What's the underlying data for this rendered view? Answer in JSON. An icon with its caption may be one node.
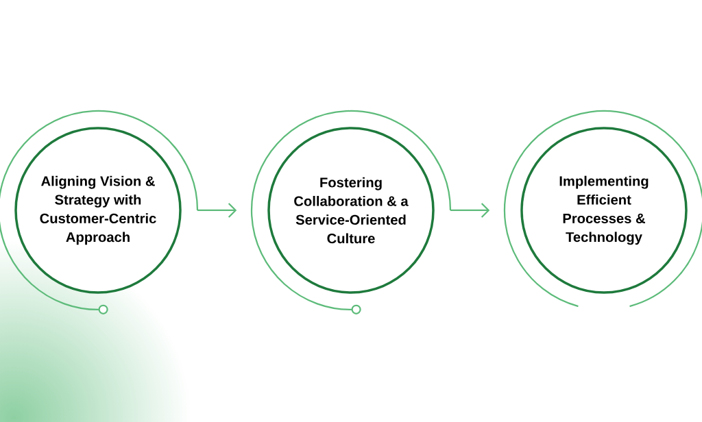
{
  "diagram": {
    "nodes": [
      {
        "text": [
          "Aligning Vision & Strategy with Customer-Centric Approach"
        ]
      },
      {
        "text": [
          "Fostering Collaboration & a Service-Oriented Culture"
        ]
      },
      {
        "text": [
          "Implementing Efficient Processes & Technology"
        ]
      }
    ],
    "edges": [
      {
        "from": 0,
        "to": 1,
        "arrow": "to"
      },
      {
        "from": 1,
        "to": 2,
        "arrow": "to"
      }
    ]
  }
}
